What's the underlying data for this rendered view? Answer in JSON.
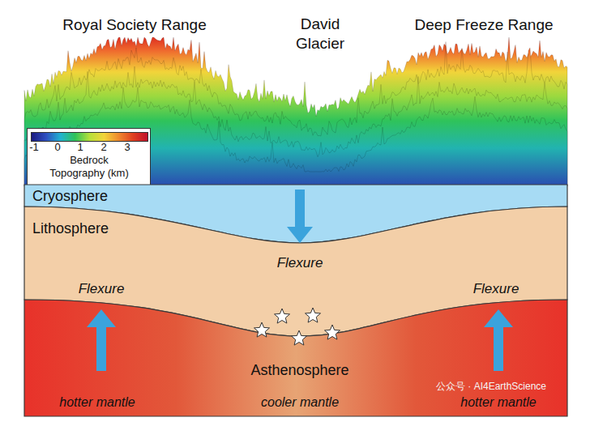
{
  "diagram": {
    "nodes": [
      {
        "text": [
          "Bedrock Topography (km)"
        ]
      },
      {
        "text": [
          "Cryosphere"
        ]
      },
      {
        "text": [
          "Lithosphere",
          "Flexure",
          "Flexure",
          "Flexure"
        ]
      },
      {
        "text": [
          "Asthenosphere",
          "hotter mantle",
          "cooler mantle",
          "hotter mantle"
        ]
      }
    ],
    "labels": [
      "Royal Society Range",
      "David Glacier",
      "Deep Freeze Range",
      "-1",
      "0",
      "1",
      "2",
      "3",
      "公众号 · AI4EarthScience"
    ]
  }
}
